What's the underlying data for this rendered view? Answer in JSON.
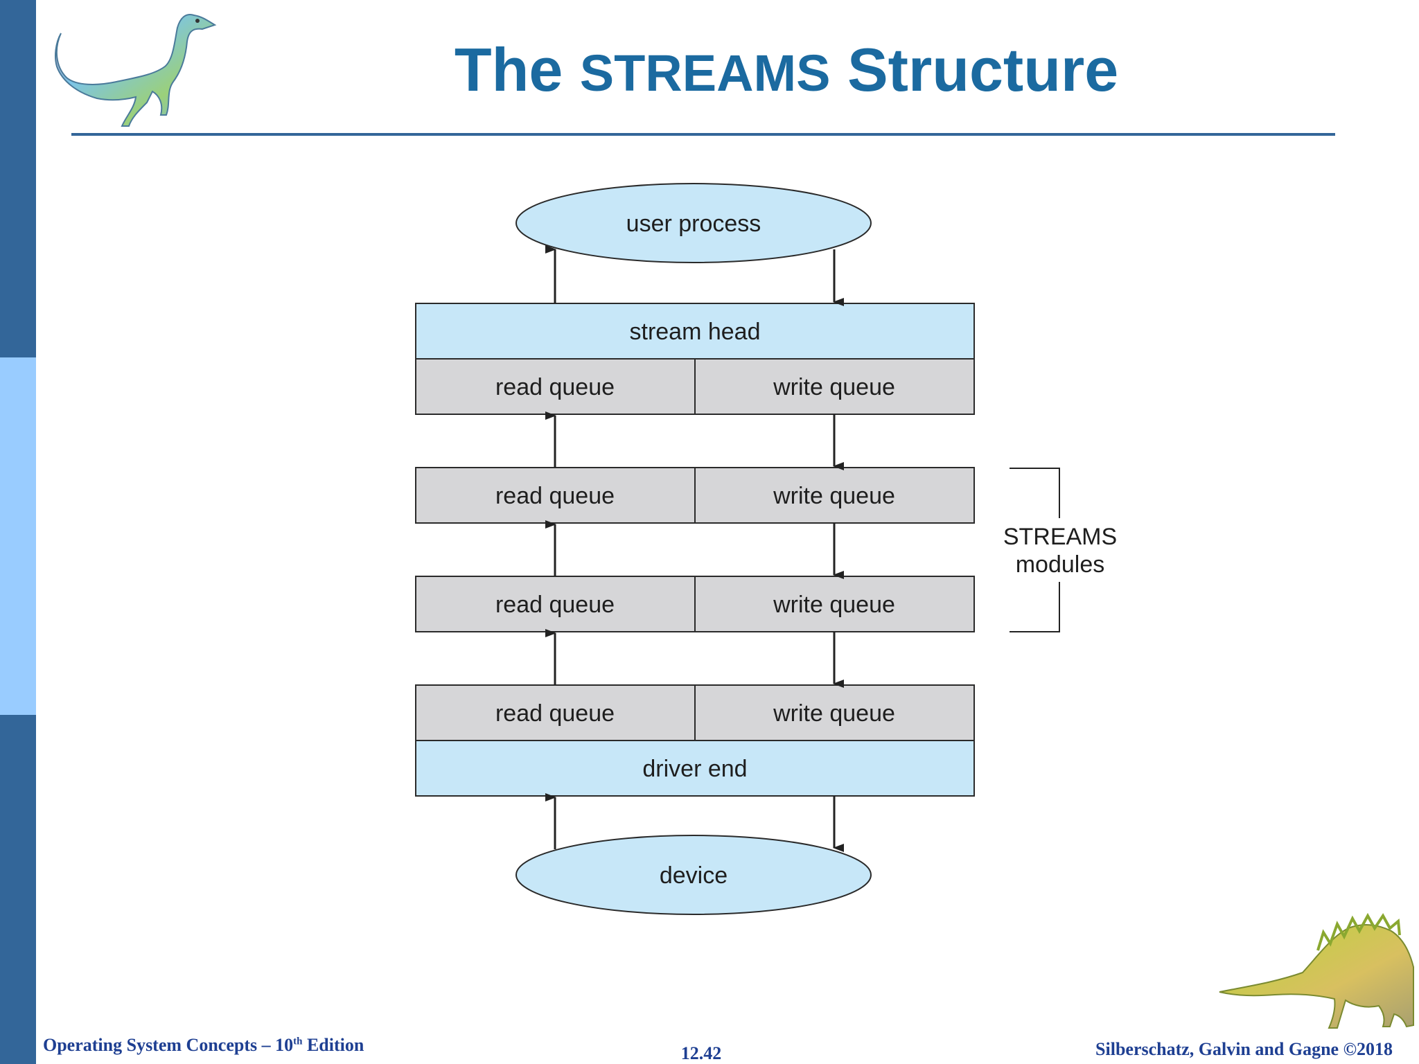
{
  "slide": {
    "title_part1": "The ",
    "title_part2": "STREAMS",
    "title_part3": " Structure",
    "footer_left_main": "Operating System Concepts – 10",
    "footer_left_sup": "th",
    "footer_left_tail": " Edition",
    "page_number": "12.42",
    "footer_right": "Silberschatz, Galvin and Gagne ©2018"
  },
  "colors": {
    "sidebar_dark": "#336699",
    "sidebar_light": "#99ccff",
    "title": "#1b6aa0",
    "rule": "#336699",
    "footer_text": "#1e3f92",
    "light_blue_fill": "#c7e7f8",
    "grey_fill": "#d6d6d8",
    "outline": "#2a2a2a"
  },
  "diagram": {
    "user_process": "user process",
    "stream_head": "stream head",
    "read_queue": "read queue",
    "write_queue": "write queue",
    "driver_end": "driver end",
    "device": "device",
    "bracket_label_line1": "STREAMS",
    "bracket_label_line2": "modules"
  },
  "icons": {
    "top_left": "dinosaur-standing-icon",
    "bottom_right": "dinosaur-stegosaurus-icon"
  }
}
